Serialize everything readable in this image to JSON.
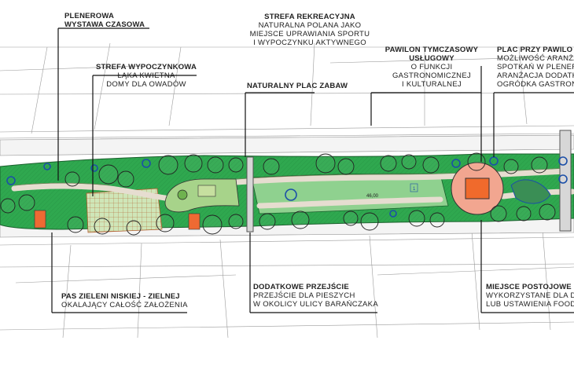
{
  "labels": {
    "plenerowa": {
      "title": "PLENEROWA",
      "lines": [
        "WYSTAWA CZASOWA"
      ]
    },
    "strefa_wypoczynkowa": {
      "title": "STREFA WYPOCZYNKOWA",
      "lines": [
        "ŁĄKA KWIETNA",
        "DOMY DLA OWADÓW"
      ]
    },
    "strefa_rekreacyjna": {
      "title": "STREFA REKREACYJNA",
      "lines": [
        "NATURALNA POLANA JAKO",
        "MIEJSCE UPRAWIANIA SPORTU",
        "I WYPOCZYNKU AKTYWNEGO"
      ]
    },
    "plac_zabaw": {
      "title": "NATURALNY PLAC ZABAW",
      "lines": []
    },
    "pawilon": {
      "title": "PAWILON TYMCZASOWY",
      "lines": [
        "USŁUGOWY",
        "O FUNKCJI",
        "GASTRONOMICZNEJ",
        "I KULTURALNEJ"
      ]
    },
    "plac_pawilon": {
      "title": "PLAC PRZY PAWILO",
      "lines": [
        "MOŻLIWOŚĆ ARANŻA",
        "SPOTKAŃ W PLENER",
        "ARANŻACJA DODATK",
        "OGRÓDKA GASTRON"
      ]
    },
    "pas_zieleni": {
      "title": "PAS ZIELENI NISKIEJ - ZIELNEJ",
      "lines": [
        "OKALAJĄCY CAŁOŚĆ ZAŁOŻENIA"
      ]
    },
    "przejscie": {
      "title": "DODATKOWE PRZEJŚCIE",
      "lines": [
        "PRZEJŚCIE DLA PIESZYCH",
        "W OKOLICY ULICY BARAŃCZAKA"
      ]
    },
    "miejsce_postojowe": {
      "title": "MIEJSCE POSTOJOWE",
      "lines": [
        "WYKORZYSTANE DLA D",
        "LUB USTAWIENIA FOODT"
      ]
    }
  },
  "plan_markings": {
    "dimension": "46,00",
    "marker": "1"
  },
  "colors": {
    "park_green": "#2fa84f",
    "lawn_green": "#8fd18f",
    "path": "#e6ddd0",
    "pavilion": "#f06a2c",
    "plaza": "#f2a690",
    "leader_line": "#111111",
    "tree_outline": "#222222",
    "water_blue": "#1b4fa8"
  }
}
